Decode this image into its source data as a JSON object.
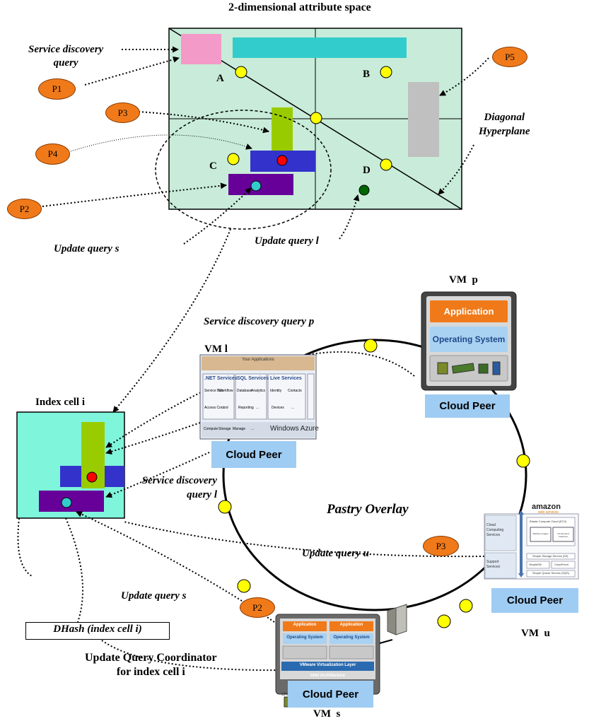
{
  "attribute_space": {
    "title": "2-dimensional attribute space",
    "points": [
      "A",
      "B",
      "C",
      "D"
    ],
    "diagonal_label": [
      "Diagonal",
      "Hyperplane"
    ]
  },
  "labels": {
    "service_discovery_query": [
      "Service discovery",
      "query"
    ],
    "update_query_s_top": "Update query s",
    "update_query_l": "Update query l",
    "service_discovery_query_p": "Service discovery query p",
    "service_discovery_query_l": [
      "Service discovery",
      "query l"
    ],
    "update_query_u": "Update query u",
    "update_query_s_bottom": "Update query s",
    "pastry_overlay": "Pastry Overlay"
  },
  "peer_tags": {
    "p1": "P1",
    "p2": "P2",
    "p3": "P3",
    "p4": "P4",
    "p5": "P5",
    "p3_cloud": "P3",
    "p2_cloud": "P2"
  },
  "index_cell": {
    "title": "Index cell i",
    "dhash": "DHash (index cell i)",
    "coordinator": [
      "Update Query Coordinator",
      "for index cell i"
    ]
  },
  "vms": {
    "vm_p": {
      "name": "VM  p",
      "peer": "Cloud Peer",
      "application": "Application",
      "os": "Operating System"
    },
    "vm_l": {
      "name": "VM l",
      "peer": "Cloud Peer",
      "header": "Your Applications",
      "services": [
        ".NET Services",
        "SQL Services",
        "Live Services"
      ],
      "items": [
        "Service Bus",
        "Workflow",
        "Database",
        "Analytics",
        "Identity",
        "Contacts",
        "Access Control",
        "...",
        "Reporting",
        "...",
        "Devices",
        "..."
      ],
      "bottom": [
        "Compute",
        "Storage",
        "Manage",
        "..."
      ],
      "brand": "Windows Azure"
    },
    "vm_u": {
      "name": "VM  u",
      "peer": "Cloud Peer",
      "brand_top": "amazon",
      "brand_bottom": "web services",
      "left_top": [
        "Cloud",
        "Computing",
        "Services"
      ],
      "left_bottom": [
        "Support",
        "Services"
      ],
      "ec2": "Elastic Compute Cloud (EC2)",
      "machine_images": "Machine Images",
      "on_demand": "On-Demand Instances",
      "s3": "Simple Storage Service (S3)",
      "simpledb": "SimpleDB",
      "cloudfront": "CloudFront",
      "sqs": "Simple Queue Service (SQS)"
    },
    "vm_s": {
      "name": "VM  s",
      "peer": "Cloud Peer",
      "application": "Application",
      "os": "Operating System",
      "vmware": "VMware Virtualization Layer",
      "intel": "Intel Architecture",
      "cpu": "CPU"
    }
  },
  "colors": {
    "space_bg": "#c8ecd9",
    "index_bg": "#7ff5dc",
    "pink": "#f49ac8",
    "cyan": "#33cccc",
    "gray": "#c0c0c0",
    "green_bar": "#99cc00",
    "blue_bar": "#3333cc",
    "purple_bar": "#660099",
    "yellow_node": "#ffff00",
    "red_dot": "#ff0000",
    "teal_dot": "#33cccc",
    "dark_green_dot": "#006600",
    "peer_tag": "#f07a1a",
    "cloud_peer": "#9fccf2"
  }
}
